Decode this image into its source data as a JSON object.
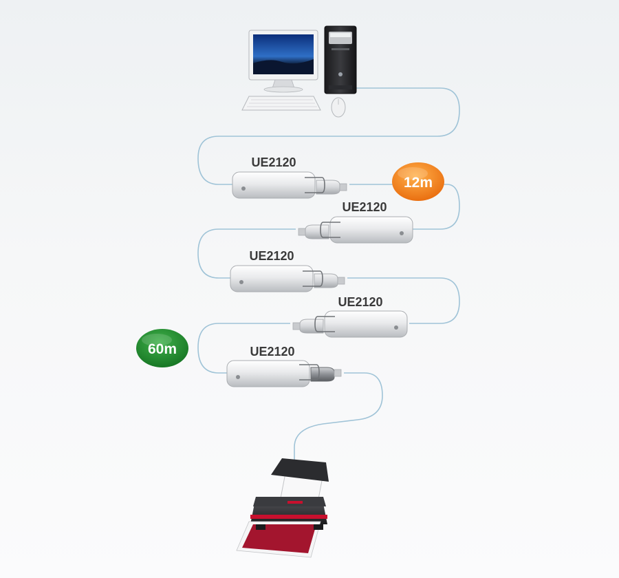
{
  "extenders": [
    {
      "label": "UE2120"
    },
    {
      "label": "UE2120"
    },
    {
      "label": "UE2120"
    },
    {
      "label": "UE2120"
    },
    {
      "label": "UE2120"
    }
  ],
  "badges": {
    "first": {
      "text": "12m",
      "color": "#f07d1a"
    },
    "total": {
      "text": "60m",
      "color": "#1f8a2e"
    }
  },
  "colors": {
    "cable": "#9fc3d7",
    "printer_accent": "#c8102e"
  },
  "icons": [
    "desktop-computer-icon",
    "printer-icon"
  ]
}
